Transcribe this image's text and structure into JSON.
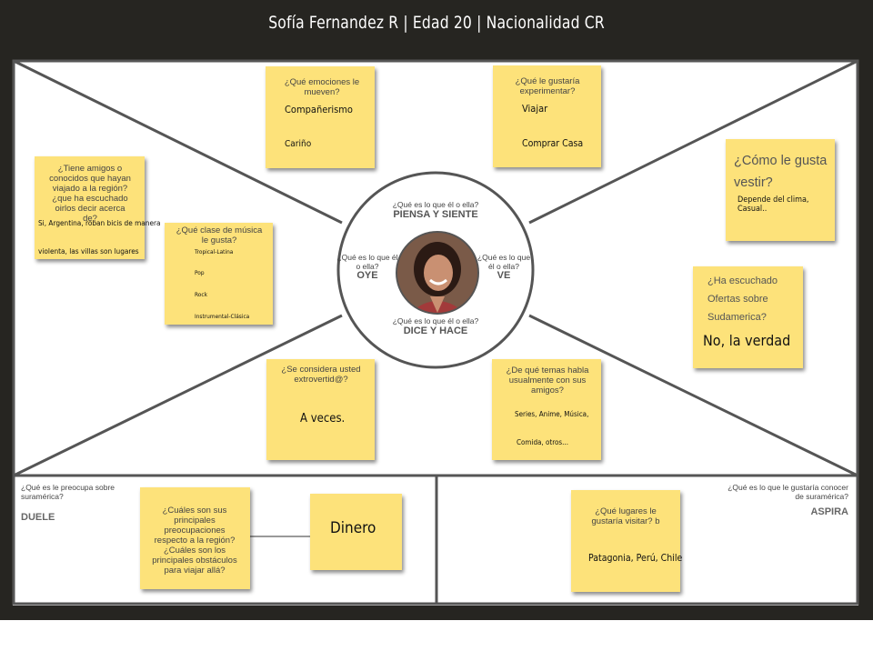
{
  "title": "Sofía Fernandez R | Edad 20 | Nacionalidad CR",
  "center": {
    "piensa_q": "¿Qué es lo que él o ella?",
    "piensa": "PIENSA Y SIENTE",
    "oye_q": "¿Qué es lo que él o ella?",
    "oye": "OYE",
    "ve_q": "¿Qué es lo que él o ella?",
    "ve": "VE",
    "dice_q": "¿Qué es lo que él o ella?",
    "dice": "DICE Y HACE"
  },
  "notes": {
    "emociones_q": "¿Qué emociones le mueven?",
    "emociones_a1": "Compañerismo",
    "emociones_a2": "Cariño",
    "experimentar_q": "¿Qué le gustaría experimentar?",
    "experimentar_a1": "Viajar",
    "experimentar_a2": "Comprar Casa",
    "vestir_q": "¿Cómo le gusta vestir?",
    "vestir_a": "Depende del clima, Casual..",
    "amigos_q": "¿Tiene amigos o conocidos que hayan viajado a la región? ¿que ha escuchado oirlos decir acerca de?",
    "amigos_a1": "Si, Argentina, roban bicis de manera",
    "amigos_a2": "violenta, las villas son lugares",
    "musica_q": "¿Qué clase de música le gusta?",
    "musica_items": [
      "Tropical-Latina",
      "Pop",
      "Rock",
      "Instrumental-Clásica"
    ],
    "ofertas_q1": "¿Ha escuchado",
    "ofertas_q2": "Ofertas sobre",
    "ofertas_q3": "Sudamerica?",
    "ofertas_a": "No, la verdad",
    "extro_q": "¿Se considera usted extrovertid@?",
    "extro_a": "A veces.",
    "temas_q": "¿De qué temas habla usualmente con sus amigos?",
    "temas_a1": "Series, Anime, Música,",
    "temas_a2": "Comida, otros...",
    "preocup_q": "¿Cuáles son sus principales preocupaciones respecto a la región? ¿Cuáles son los principales obstáculos para viajar allá?",
    "dinero": "Dinero",
    "lugares_q": "¿Qué lugares le gustaría visitar? b",
    "lugares_a": "Patagonia, Perú, Chile"
  },
  "duele": {
    "q": "¿Qué es le preocupa sobre suramérica?",
    "label": "DUELE"
  },
  "aspira": {
    "q": "¿Qué es lo que le gustaría conocer de suramérica?",
    "label": "ASPIRA"
  }
}
